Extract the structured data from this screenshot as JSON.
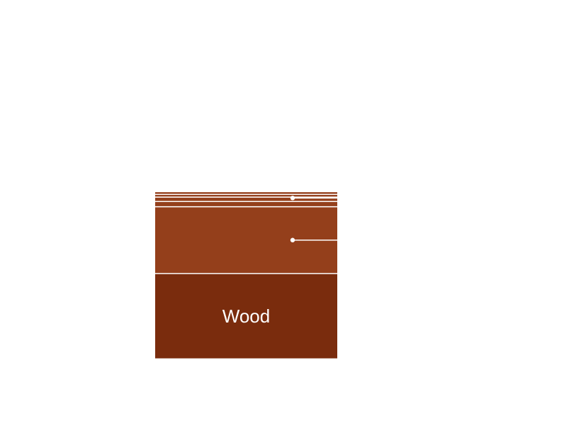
{
  "chart_data": {
    "type": "bar",
    "stacked": true,
    "title": "",
    "xlabel": "",
    "ylabel": "",
    "categories": [
      ""
    ],
    "series": [
      {
        "label": "",
        "value": 0.6,
        "color": "#ffffff"
      },
      {
        "label": "Wood",
        "value": 50,
        "color": "#7a2c0d"
      },
      {
        "label": "",
        "value": 0.6,
        "color": "#ffffff"
      },
      {
        "label": "",
        "value": 39.0,
        "color": "#943f1b"
      },
      {
        "label": "",
        "value": 0.6,
        "color": "#ffffff"
      },
      {
        "label": "",
        "value": 2.5,
        "color": "#943f1b"
      },
      {
        "label": "",
        "value": 0.6,
        "color": "#ffffff"
      },
      {
        "label": "",
        "value": 2.0,
        "color": "#943f1b"
      },
      {
        "label": "",
        "value": 0.6,
        "color": "#ffffff"
      },
      {
        "label": "",
        "value": 1.0,
        "color": "#943f1b"
      },
      {
        "label": "",
        "value": 0.6,
        "color": "#ffffff"
      },
      {
        "label": "",
        "value": 1.0,
        "color": "#943f1b"
      }
    ],
    "callouts": [
      {
        "segment": 3
      },
      {
        "segment": 7
      }
    ],
    "ylim": [
      0,
      100
    ],
    "grid": false,
    "legend": "none"
  }
}
